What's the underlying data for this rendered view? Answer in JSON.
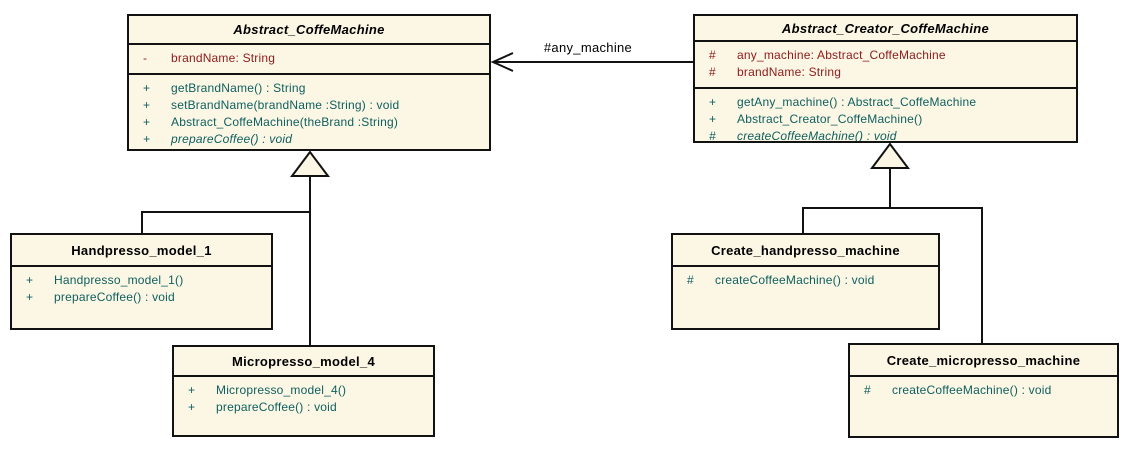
{
  "diagram": {
    "colors": {
      "box_fill": "#fcf6e4",
      "line": "#121212",
      "attribute_text": "#8e1a1a",
      "method_text": "#0e6060",
      "title_text": "#000000"
    },
    "classes": [
      {
        "name": "Abstract_CoffeMachine",
        "abstract": true,
        "attributes": [
          {
            "visibility": "-",
            "text": "brandName: String"
          }
        ],
        "methods": [
          {
            "visibility": "+",
            "text": "getBrandName() : String"
          },
          {
            "visibility": "+",
            "text": "setBrandName(brandName :String) : void"
          },
          {
            "visibility": "+",
            "text": "Abstract_CoffeMachine(theBrand :String)"
          },
          {
            "visibility": "+",
            "text": "prepareCoffee() : void",
            "abstract": true
          }
        ]
      },
      {
        "name": "Abstract_Creator_CoffeMachine",
        "abstract": true,
        "attributes": [
          {
            "visibility": "#",
            "text": "any_machine: Abstract_CoffeMachine"
          },
          {
            "visibility": "#",
            "text": "brandName: String"
          }
        ],
        "methods": [
          {
            "visibility": "+",
            "text": "getAny_machine() : Abstract_CoffeMachine"
          },
          {
            "visibility": "+",
            "text": "Abstract_Creator_CoffeMachine()"
          },
          {
            "visibility": "#",
            "text": "createCoffeeMachine() : void",
            "abstract": true
          }
        ]
      },
      {
        "name": "Handpresso_model_1",
        "abstract": false,
        "attributes": [],
        "methods": [
          {
            "visibility": "+",
            "text": "Handpresso_model_1()"
          },
          {
            "visibility": "+",
            "text": "prepareCoffee() : void"
          }
        ]
      },
      {
        "name": "Micropresso_model_4",
        "abstract": false,
        "attributes": [],
        "methods": [
          {
            "visibility": "+",
            "text": "Micropresso_model_4()"
          },
          {
            "visibility": "+",
            "text": "prepareCoffee() : void"
          }
        ]
      },
      {
        "name": "Create_handpresso_machine",
        "abstract": false,
        "attributes": [],
        "methods": [
          {
            "visibility": "#",
            "text": "createCoffeeMachine() : void"
          }
        ]
      },
      {
        "name": "Create_micropresso_machine",
        "abstract": false,
        "attributes": [],
        "methods": [
          {
            "visibility": "#",
            "text": "createCoffeeMachine() : void"
          }
        ]
      }
    ],
    "relationships": [
      {
        "type": "association",
        "label": "#any_machine",
        "from": "Abstract_Creator_CoffeMachine",
        "to": "Abstract_CoffeMachine"
      },
      {
        "type": "generalization",
        "from": "Handpresso_model_1",
        "to": "Abstract_CoffeMachine"
      },
      {
        "type": "generalization",
        "from": "Micropresso_model_4",
        "to": "Abstract_CoffeMachine"
      },
      {
        "type": "generalization",
        "from": "Create_handpresso_machine",
        "to": "Abstract_Creator_CoffeMachine"
      },
      {
        "type": "generalization",
        "from": "Create_micropresso_machine",
        "to": "Abstract_Creator_CoffeMachine"
      }
    ]
  }
}
